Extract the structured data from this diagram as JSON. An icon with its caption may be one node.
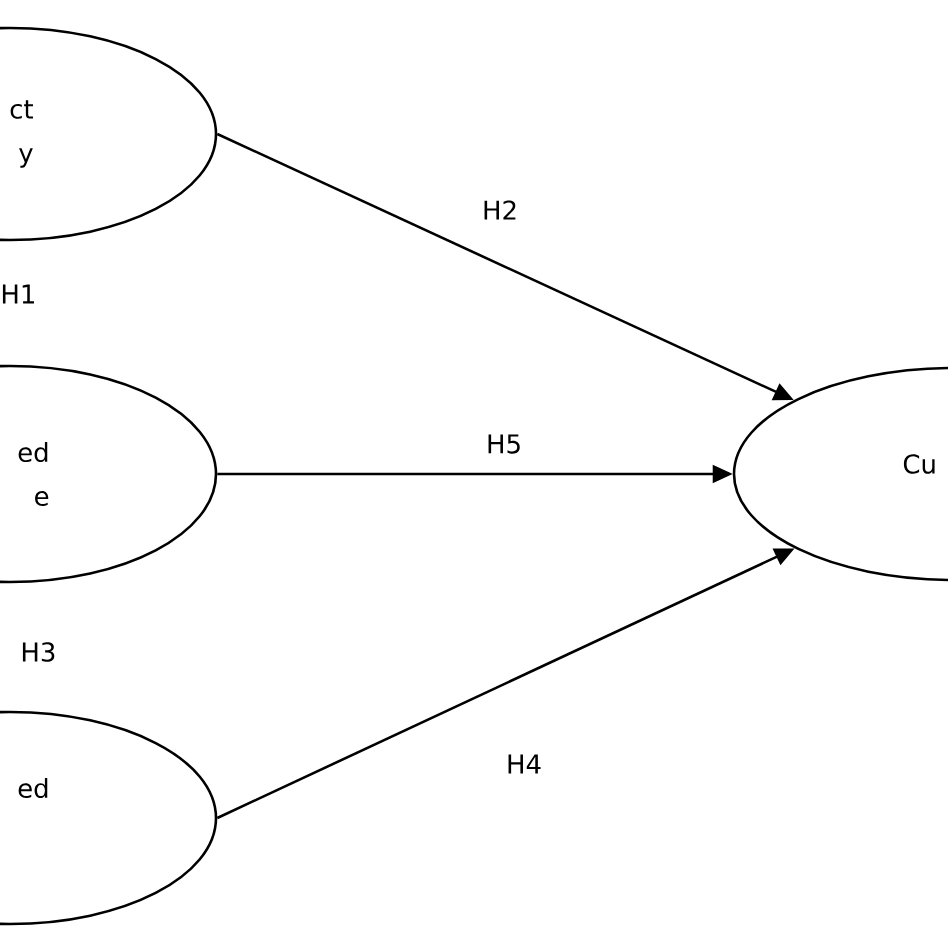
{
  "diagram": {
    "nodes": [
      {
        "text": [
          "ct y"
        ]
      },
      {
        "text": [
          "ed e"
        ]
      },
      {
        "text": [
          "ed"
        ]
      },
      {
        "text": [
          "Cu"
        ]
      }
    ],
    "edges": [
      {
        "from": 0,
        "to": 3,
        "arrow": "to",
        "label": "H2"
      },
      {
        "from": 1,
        "to": 3,
        "arrow": "to",
        "label": "H5"
      },
      {
        "from": 2,
        "to": 3,
        "arrow": "to",
        "label": "H4"
      }
    ],
    "labels": [
      "H1",
      "H3"
    ]
  }
}
